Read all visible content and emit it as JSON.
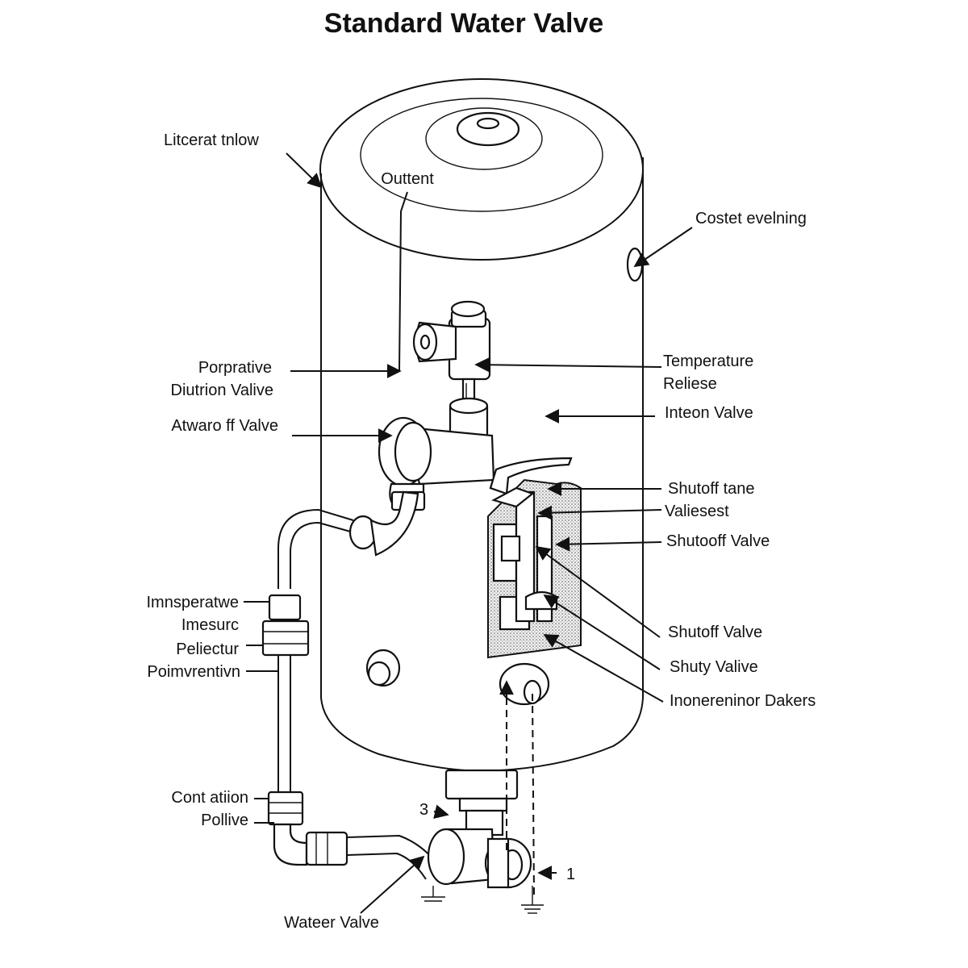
{
  "title": "Standard Water Valve",
  "labels": {
    "literat_inlow": "Litcerat tnlow",
    "outlet": "Outtent",
    "costet_evelning": "Costet evelning",
    "porprative_1": "Porprative",
    "porprative_2": "Diutrion Valive",
    "atwaro": "Atwaro ff Valve",
    "temperature_1": "Temperature",
    "temperature_2": "Reliese",
    "inteon": "Inteon Valve",
    "shutoff_tane_1": "Shutoff tane",
    "shutoff_tane_2": "Valiesest",
    "shutoff_valve_1": "Shutooff Valve",
    "shutoff_valve_2": "Shutoff Valve",
    "shuty_valive": "Shuty Valive",
    "inonereninor": "Inonereninor Dakers",
    "imnsperatwe_1": "Imnsperatwe",
    "imnsperatwe_2": "Imesurc",
    "imnsperatwe_3": "Peliectur",
    "imnsperatwe_4": "Poimvrentivn",
    "cont_ation_1": "Cont atiion",
    "cont_ation_2": "Pollive",
    "num_3": "3",
    "num_1": "1",
    "water_valve": "Wateer Valve"
  }
}
